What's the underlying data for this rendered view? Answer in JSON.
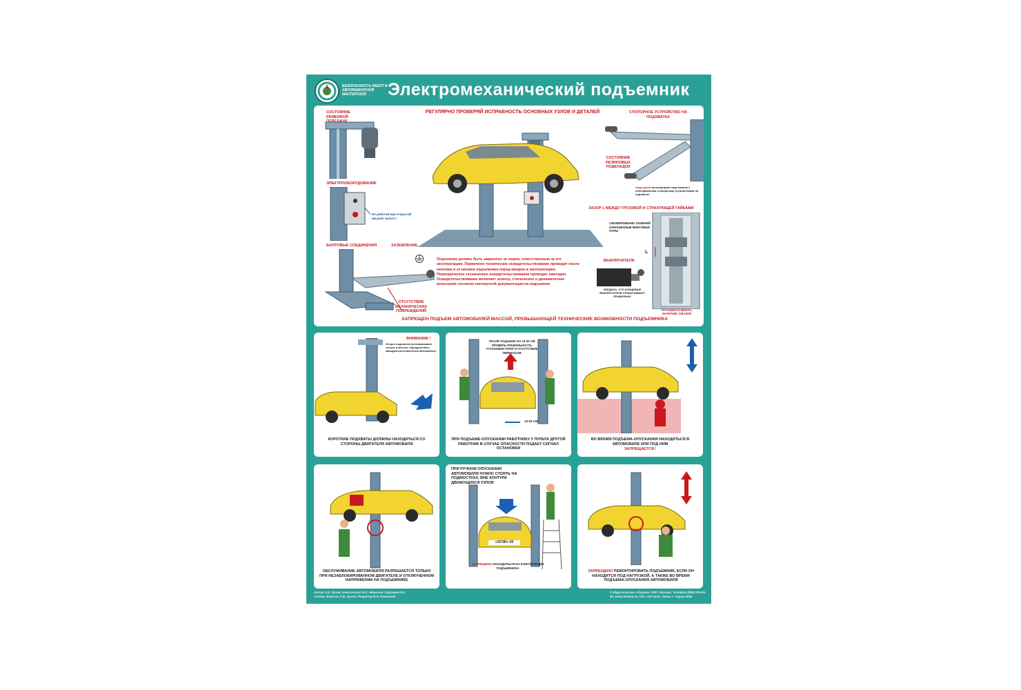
{
  "poster": {
    "logo_text": "Безопасность работ в авторемонтной мастерской",
    "title": "Электромеханический подъемник"
  },
  "main_panel": {
    "heading": "Регулярно проверяй исправность основных узлов и деталей",
    "label_belt": "Состояние ременной передачи",
    "label_electrical": "Электрооборудование",
    "label_no_work": "Не работай при открытой крышке пульта !",
    "label_bolts": "Болтовые соединения",
    "label_grounding": "Заземление",
    "label_damage": "Отсутствие механических повреждений",
    "label_stopper": "Стопорное устройство на подхватах",
    "label_rubber": "Состояние резиновых подкладок",
    "label_forbidden_word": "Запрещена",
    "label_forbidden_rest": "эксплуатация подъемника с неисправными стопорными устройствами на подхватах",
    "label_gap": "Зазор L между грузовой и страхующей гайками",
    "label_gap_note": "Своевременно заменяй изношенные винтовые пары",
    "label_switches": "Выключатели",
    "label_switches_note": "Убедись, что концевые выключатели срабатывают правильно",
    "label_thread": "Состояние резьбы грузового винта, наличие смазки",
    "gap_letter": "L",
    "paragraph": "Подъемник должен быть закреплен за лицом, ответственным за его эксплуатацию. Первичное техническое освидетельствование проводят после монтажа и установки подъемника перед вводом в эксплуатацию. Периодическое техническое освидетельствование проводят ежегодно. Освидетельствование включает осмотр, статическое и динамическое испытание согласно паспортной документации на подъемник",
    "bottom_warning": "Запрещен подъем автомобилей массой, превышающей технические возможности подъемника"
  },
  "panels": [
    {
      "note_title": "Внимание !",
      "note": "Опоры подхватов устанавливают только в местах, определенных заводом-изготовителем автомобиля",
      "caption": "Короткие подхваты должны находиться со стороны двигателя автомобиля"
    },
    {
      "note": "После подъема на 10-20 см проверь правильность установки опор и отсутствие перекосов",
      "measure": "10-20 см",
      "caption": "При подъеме-опускании работнику у пульта другой работник в случае опасности подает сигнал остановки"
    },
    {
      "caption": "Во время подъема-опускания находиться в автомобиле или под ним",
      "caption_red": "запрещается !"
    },
    {
      "caption": "Обслуживание автомобиля разрешается только при незаблокированном двигателе и отключенном напряжении на подъемнике"
    },
    {
      "note": "При ручном опускании автомобиля нужно стоять на подмостках, вне контура движущихся узлов",
      "plate": "«Оуэн» 00",
      "caption_red": "Запрещено",
      "caption": "находиться на конструкции подъемника"
    },
    {
      "caption_red": "Запрещено",
      "caption": "ремонтировать подъемник, если он находится под нагрузкой, а также во время подъема-опускания автомобиля"
    }
  ],
  "footer": {
    "left": "Автор С.В. Хусин. Консультант Б.С. Моисеев. Художник В.Г. Галкин. Верстка А.В. Цыган. Редактор В.П. Кленовой",
    "right": "© Издательство «Охрана» 2007, Москва. Телефон (095) 000-00-00, www.ohrana.ru. Тип. «Оттиск». Заказ 7. Тираж 3000"
  },
  "colors": {
    "poster_bg": "#2aa197",
    "car_yellow": "#f2d431",
    "lift_blue": "#6d8ea6",
    "worker_green": "#3f8a3a",
    "warning_red": "#c8191e",
    "arrow_blue": "#1d5fb0"
  }
}
